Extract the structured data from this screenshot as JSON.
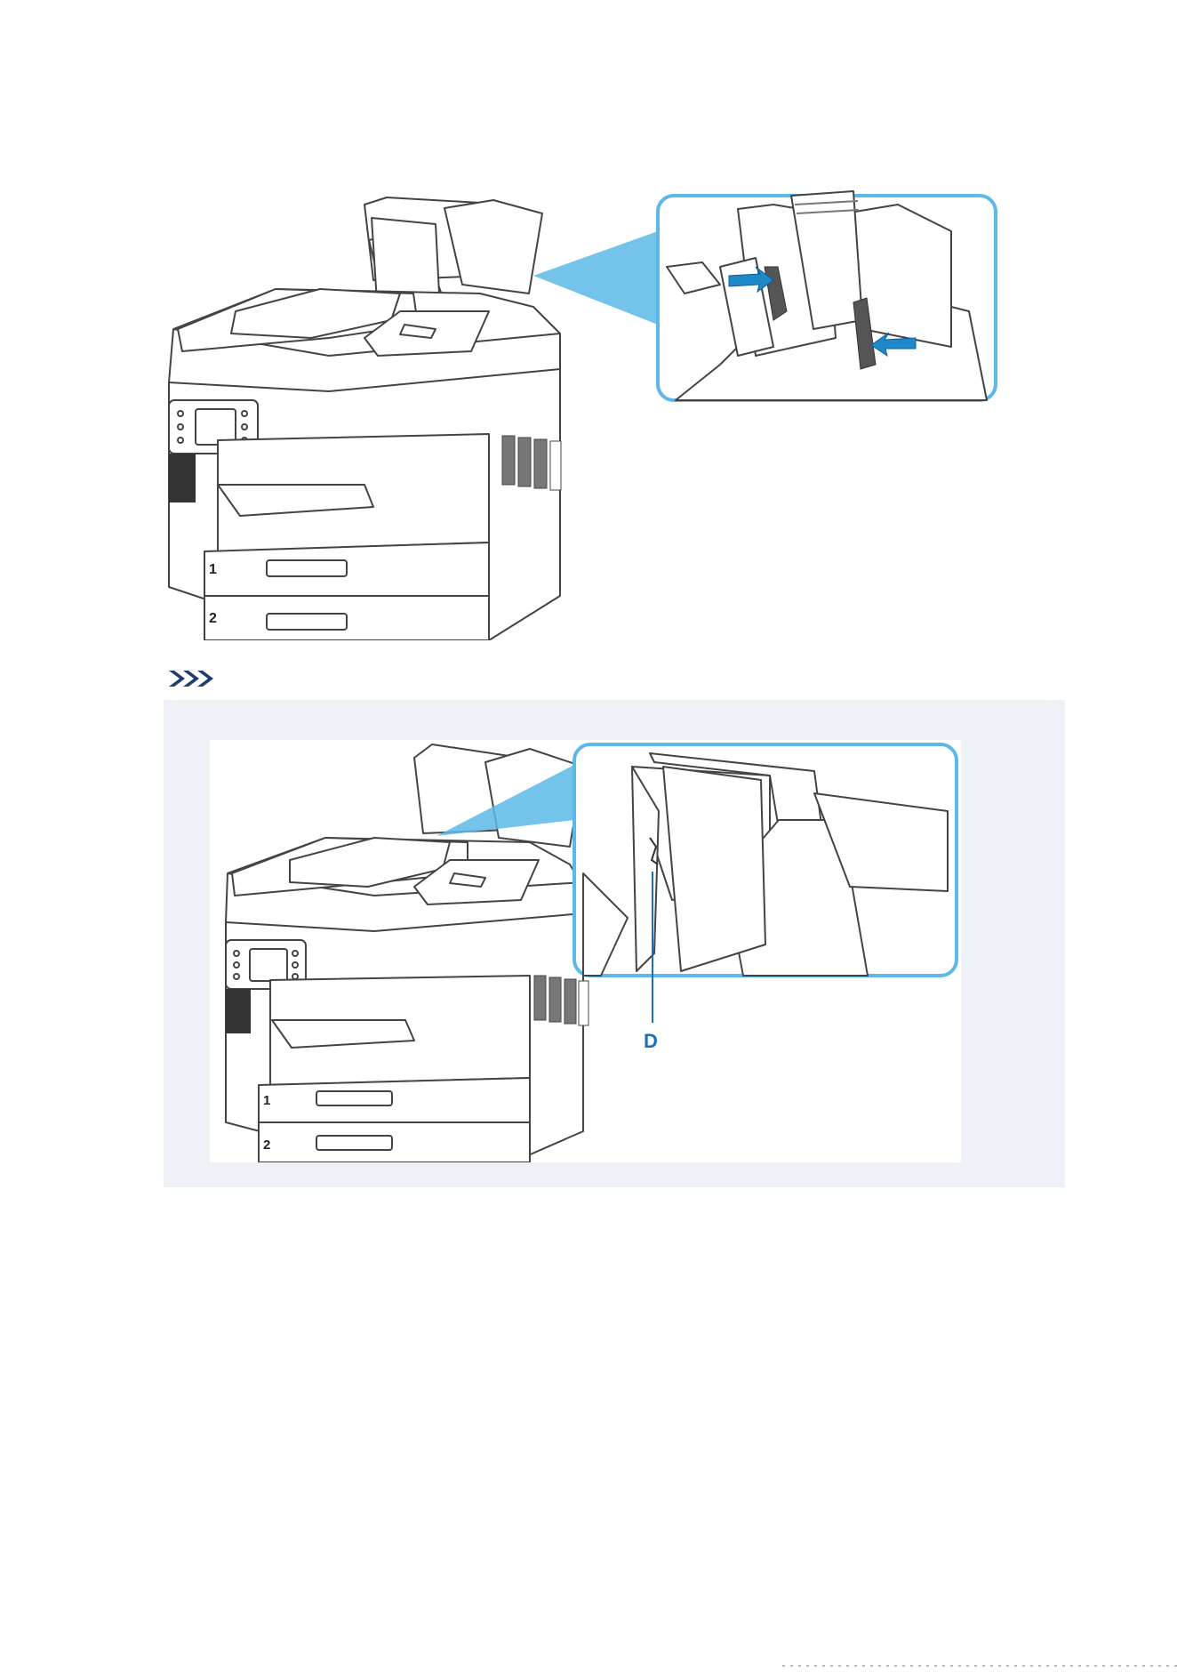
{
  "figure_top": {
    "printer_labels": {
      "cassette_1": "1",
      "cassette_2": "2"
    }
  },
  "note": {
    "icon": "note-chevrons-icon",
    "figure": {
      "callout_label": "D",
      "printer_labels": {
        "cassette_1": "1",
        "cassette_2": "2"
      }
    }
  },
  "colors": {
    "callout_blue": "#5bb8e8",
    "arrow_blue": "#1e88c8",
    "note_bg": "#eef2f6",
    "label_blue": "#1a6fb5"
  }
}
